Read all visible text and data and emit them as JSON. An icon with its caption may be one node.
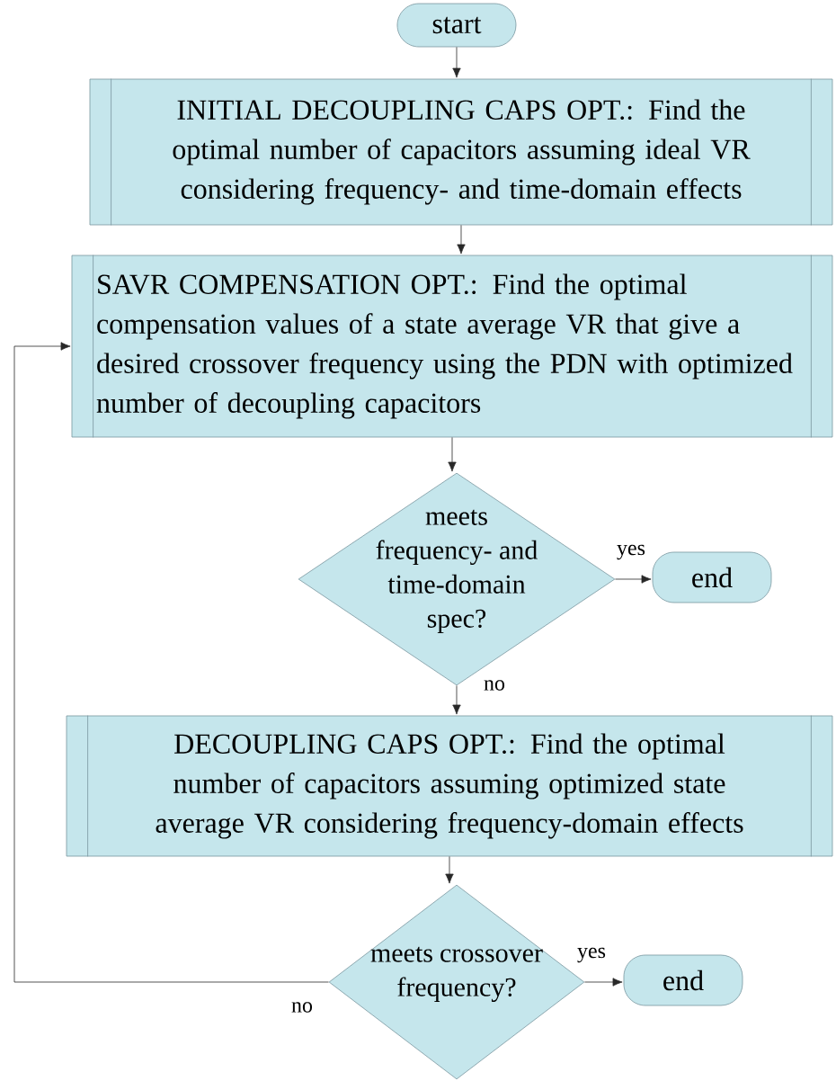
{
  "diagram": {
    "nodes": [
      {
        "text": [
          "start"
        ]
      },
      {
        "text": [
          "INITIAL DECOUPLING CAPS OPT.: Find the optimal number of capacitors assuming ideal VR considering frequency- and time-domain effects"
        ]
      },
      {
        "text": [
          "SAVR COMPENSATION OPT.: Find the optimal compensation values of a state average VR that give a desired crossover frequency using the PDN with optimized number of decoupling capacitors"
        ]
      },
      {
        "text": [
          "meets frequency- and time-domain spec?"
        ]
      },
      {
        "text": [
          "end"
        ]
      },
      {
        "text": [
          "DECOUPLING CAPS OPT.: Find the optimal number of capacitors assuming optimized state average VR considering frequency-domain effects"
        ]
      },
      {
        "text": [
          "meets crossover frequency?"
        ]
      },
      {
        "text": [
          "end"
        ]
      }
    ],
    "edges": [
      {
        "from": 0,
        "to": 1,
        "arrow": "to"
      },
      {
        "from": 1,
        "to": 2,
        "arrow": "to"
      },
      {
        "from": 2,
        "to": 3,
        "arrow": "to"
      },
      {
        "from": 3,
        "to": 4,
        "arrow": "to",
        "label": "yes"
      },
      {
        "from": 3,
        "to": 5,
        "arrow": "to",
        "label": "no"
      },
      {
        "from": 5,
        "to": 6,
        "arrow": "to"
      },
      {
        "from": 6,
        "to": 7,
        "arrow": "to",
        "label": "yes"
      },
      {
        "from": 6,
        "to": 2,
        "arrow": "to",
        "label": "no"
      }
    ]
  }
}
